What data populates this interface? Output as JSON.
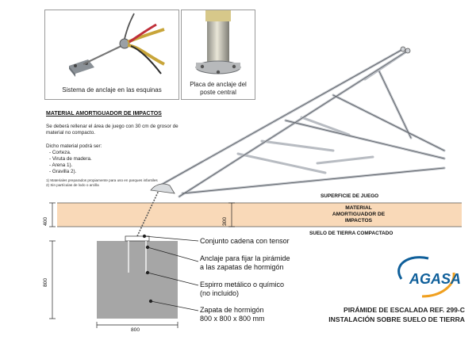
{
  "photos": {
    "corner_caption": "Sistema de anclaje en las esquinas",
    "plate_caption": "Placa de anclaje del poste central"
  },
  "material": {
    "title": "MATERIAL AMORTIGUADOR DE IMPACTOS",
    "intro": "Se deberá rellenar el área de juego con 30 cm de grosor de material no compacto.",
    "list_heading": "Dicho material podrá ser:",
    "items": [
      "- Corteza.",
      "- Viruta de madera.",
      "- Arena 1).",
      "- Gravilla 2)."
    ],
    "notes": [
      "1) Materiales preparados propiamente para uso en parques infantiles",
      "2) Sin partículas de lodo o arcilla"
    ]
  },
  "layers": {
    "surface": "SUPERFICIE DE JUEGO",
    "cushion_line1": "MATERIAL",
    "cushion_line2": "AMORTIGUADOR DE",
    "cushion_line3": "IMPACTOS",
    "ground": "SUELO DE TIERRA COMPACTADO"
  },
  "dimensions": {
    "layer_total": "400",
    "cushion": "300",
    "footing_height": "800",
    "footing_width": "800"
  },
  "callouts": {
    "chain": "Conjunto cadena con tensor",
    "anchor": "Anclaje para fijar la pirámide\na las zapatas de hormigón",
    "bolt": "Espirro metálico o químico\n(no incluido)",
    "footing": "Zapata de hormigón\n800 x 800 x 800 mm"
  },
  "brand": {
    "logo": "AGASA"
  },
  "footer": {
    "line1": "PIRÁMIDE DE ESCALADA REF. 299-C",
    "line2": "INSTALACIÓN SOBRE SUELO DE TIERRA"
  },
  "colors": {
    "cushion": "#f9d9b8",
    "concrete": "#a6a6a6",
    "frame": "#b8bcc2",
    "logo": "#0f5f9a"
  }
}
